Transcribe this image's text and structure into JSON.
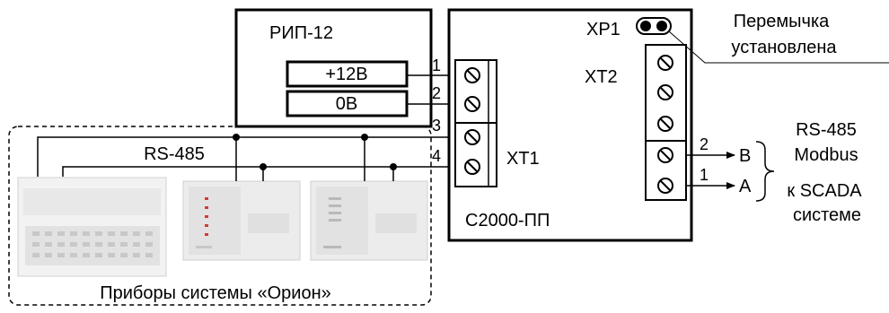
{
  "power_supply": {
    "title": "РИП-12",
    "terminal_plus": "+12В",
    "terminal_zero": "0В"
  },
  "converter": {
    "name": "С2000-ПП",
    "jumper_label": "XP1",
    "block_xt1": "XT1",
    "block_xt2": "XT2"
  },
  "wires": {
    "w1": "1",
    "w2": "2",
    "w3": "3",
    "w4": "4",
    "out_b_num": "2",
    "out_a_num": "1"
  },
  "bus_label": "RS-485",
  "jumper_note": {
    "line1": "Перемычка",
    "line2": "установлена"
  },
  "modbus": {
    "line1": "RS-485",
    "line2": "Modbus",
    "line3": "к SCADA",
    "line4": "системе",
    "out_b": "B",
    "out_a": "A"
  },
  "orion_group_label": "Приборы системы «Орион»",
  "colors": {
    "line": "#000000",
    "device_body": "#eeeeee",
    "device_panel": "#dadada",
    "led_red": "#d33b2f"
  }
}
